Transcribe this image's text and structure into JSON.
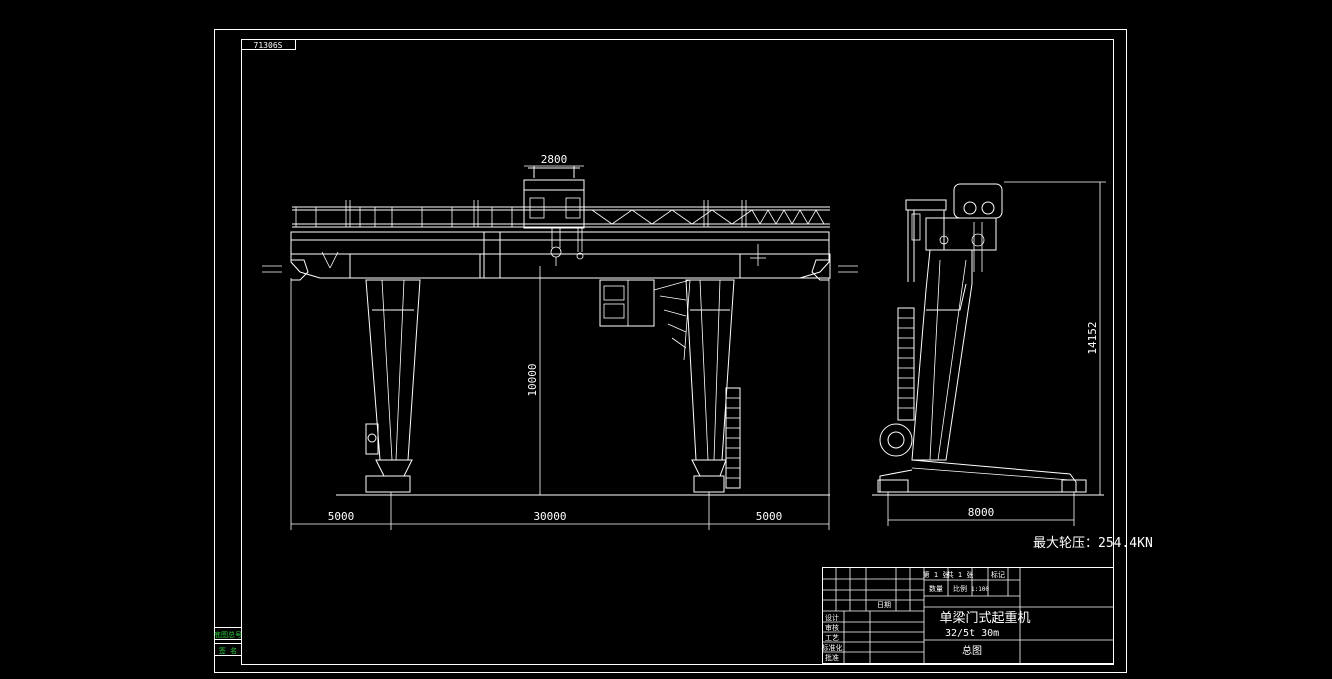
{
  "drawing": {
    "code_stamp": "71306S",
    "dimensions": {
      "trolley_width": "2800",
      "left_overhang": "5000",
      "span": "30000",
      "right_overhang": "5000",
      "lift_height": "10000",
      "total_height": "14152",
      "base_width": "8000"
    },
    "max_wheel_load": "最大轮压：254.4KN"
  },
  "title_block": {
    "sheet_label": "第 1 张",
    "total_label": "共 1 张",
    "scale_header": "比例",
    "quantity_header": "数量",
    "scale_value": "1:100",
    "revision_header": "标记",
    "title": "单梁门式起重机",
    "subtitle": "32/5t  30m",
    "drawing_name": "总图",
    "row_labels": [
      "设计",
      "审核",
      "工艺",
      "标准化",
      "批准"
    ],
    "left_labels": [
      "底图总号",
      "签  名"
    ],
    "date_header": "日期"
  },
  "colors": {
    "line": "#ffffff",
    "background": "#000000",
    "accent": "#2ecc40"
  }
}
